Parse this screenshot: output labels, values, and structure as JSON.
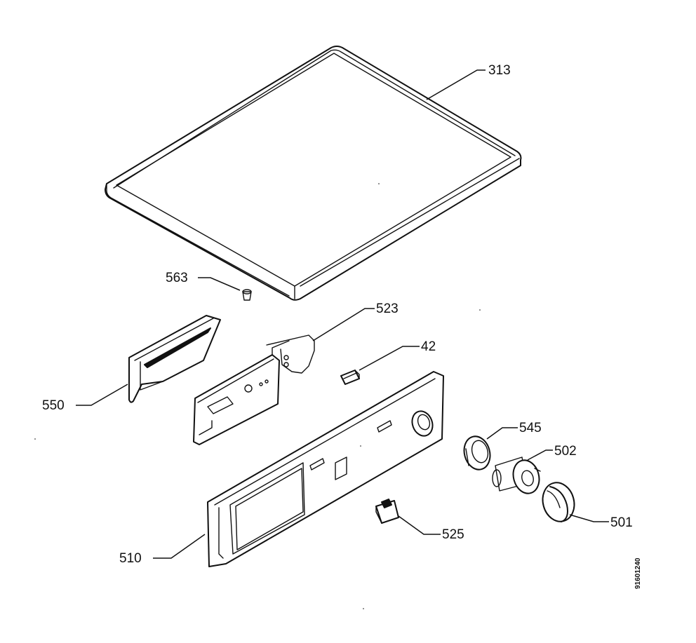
{
  "parts": [
    {
      "id": "lid",
      "label": "313"
    },
    {
      "id": "plug",
      "label": "563"
    },
    {
      "id": "bracket",
      "label": "523"
    },
    {
      "id": "clip",
      "label": "42"
    },
    {
      "id": "dispenser-handle",
      "label": "550"
    },
    {
      "id": "bezel",
      "label": "545"
    },
    {
      "id": "spindle",
      "label": "502"
    },
    {
      "id": "knob",
      "label": "501"
    },
    {
      "id": "switch",
      "label": "525"
    },
    {
      "id": "control-panel",
      "label": "510"
    }
  ],
  "drawing_ref": "91601240"
}
